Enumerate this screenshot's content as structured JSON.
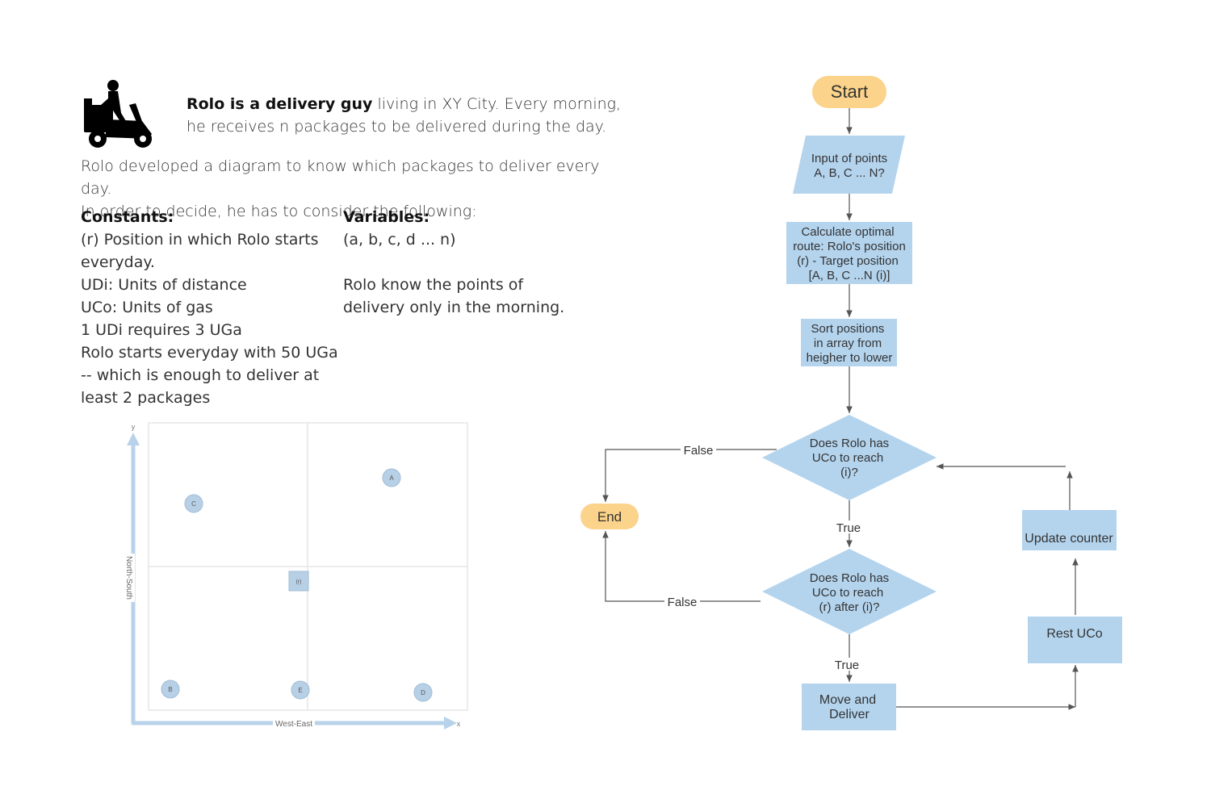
{
  "intro": {
    "bold": "Rolo is a delivery guy",
    "rest": " living in XY City. Every morning, he receives n packages to be delivered during the day."
  },
  "description": {
    "line1": "Rolo developed a diagram to know which packages to deliver every day.",
    "line2": "In order to decide, he has to consider the following:"
  },
  "constants": {
    "heading": "Constants:",
    "items": [
      "(r) Position in which Rolo starts everyday.",
      "UDi: Units of distance",
      "UCo: Units of gas",
      "1 UDi requires 3 UGa",
      "Rolo starts everyday with 50 UGa -- which is enough to deliver at least 2 packages"
    ]
  },
  "variables": {
    "heading": "Variables:",
    "items": [
      "(a, b, c, d ... n)",
      "Rolo know the points of delivery only in the morning."
    ]
  },
  "map": {
    "x_label": "West-East",
    "y_label": "North-South",
    "x_axis": "x",
    "y_axis": "y",
    "points": [
      "A",
      "B",
      "C",
      "D",
      "E"
    ],
    "origin": "(r)"
  },
  "flowchart": {
    "start": "Start",
    "input": [
      "Input of points",
      "A, B, C ... N?"
    ],
    "calculate": [
      "Calculate optimal",
      "route: Rolo's position",
      "(r) - Target position",
      "[A, B, C ...N (i)]"
    ],
    "sort": [
      "Sort positions",
      "in array from",
      "heigher to lower"
    ],
    "decision1": [
      "Does Rolo has",
      "UCo to reach",
      "(i)?"
    ],
    "decision2": [
      "Does Rolo has",
      "UCo to reach",
      "(r) after (i)?"
    ],
    "move": [
      "Move and",
      "Deliver"
    ],
    "rest": "Rest UCo",
    "update": "Update counter",
    "end": "End",
    "false_label": "False",
    "true_label": "True"
  },
  "colors": {
    "terminal": "#fbd38a",
    "process": "#b4d4ee",
    "decision": "#b4d4ee",
    "arrow": "#555555",
    "axis": "#b7d2ea",
    "point": "#b8d0e6"
  }
}
